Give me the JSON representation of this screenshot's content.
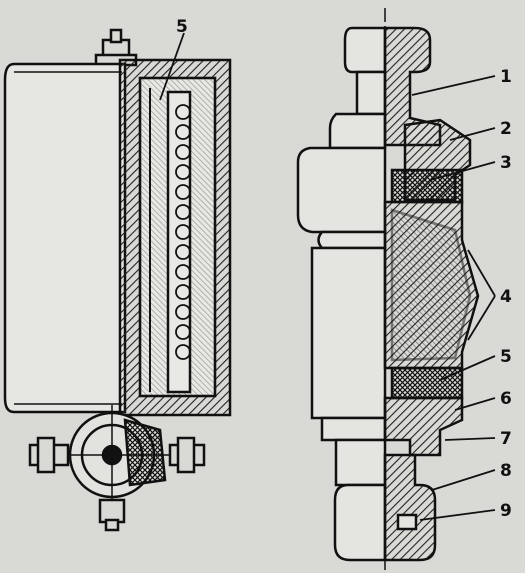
{
  "figure": {
    "left_device": {
      "callouts": [
        "5"
      ]
    },
    "right_device": {
      "callouts": [
        "1",
        "2",
        "3",
        "4",
        "5",
        "6",
        "7",
        "8",
        "9"
      ]
    }
  },
  "colors": {
    "paper": "#d9d9d5",
    "ink": "#111111",
    "hatch": "#2a2a2a"
  }
}
